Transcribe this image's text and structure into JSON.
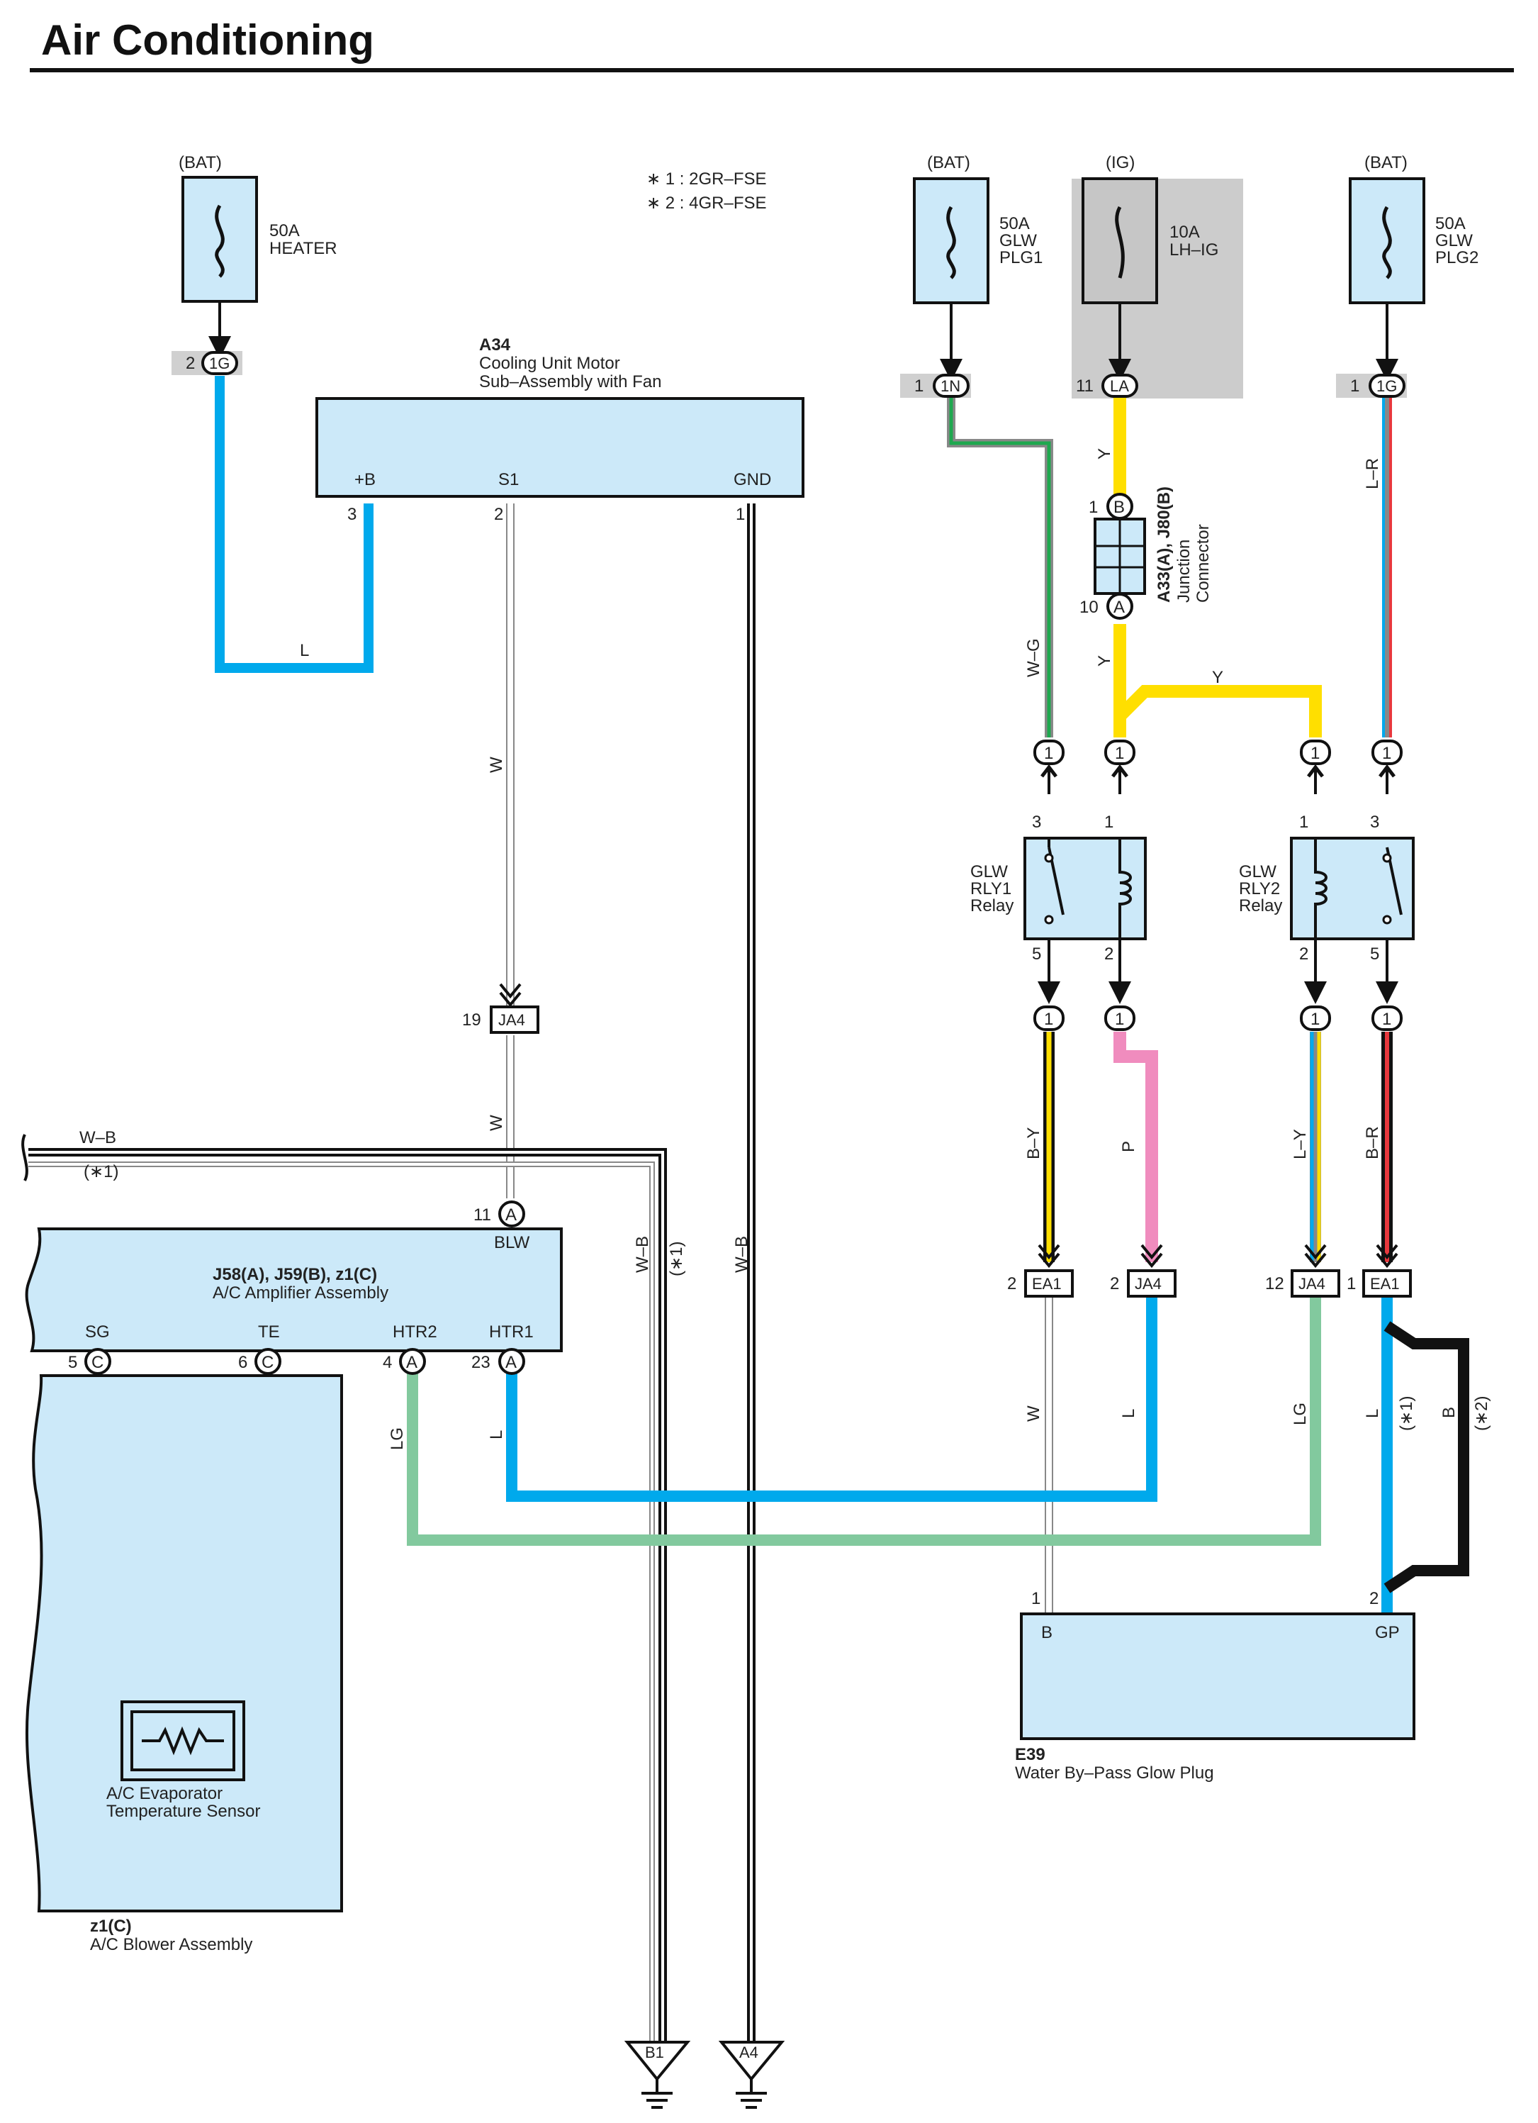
{
  "title": "Air Conditioning",
  "notes": [
    "∗ 1 : 2GR–FSE",
    "∗ 2 : 4GR–FSE"
  ],
  "fuses": [
    {
      "source": "(BAT)",
      "lines": [
        "50A",
        "HEATER"
      ]
    },
    {
      "source": "(BAT)",
      "lines": [
        "50A",
        "GLW",
        "PLG1"
      ]
    },
    {
      "source": "(IG)",
      "lines": [
        "10A",
        "LH–IG"
      ]
    },
    {
      "source": "(BAT)",
      "lines": [
        "50A",
        "GLW",
        "PLG2"
      ]
    }
  ],
  "connectors_top": [
    {
      "pin": "2",
      "code": "1G"
    },
    {
      "pin": "1",
      "code": "1N"
    },
    {
      "pin": "11",
      "code": "LA"
    },
    {
      "pin": "1",
      "code": "1G"
    }
  ],
  "cooling_motor": {
    "code": "A34",
    "name_lines": [
      "Cooling Unit Motor",
      "Sub–Assembly with Fan"
    ],
    "terminals": [
      "+B",
      "S1",
      "GND"
    ],
    "pins": [
      "3",
      "2",
      "1"
    ]
  },
  "junction": {
    "label": "A33(A), J80(B)",
    "name_lines": [
      "Junction",
      "Connector"
    ],
    "pin_top": "1",
    "pin_top_code": "B",
    "pin_bottom": "10",
    "pin_bottom_code": "A"
  },
  "relays": [
    {
      "name_lines": [
        "GLW",
        "RLY1",
        "Relay"
      ],
      "pins": [
        "3",
        "1",
        "5",
        "2"
      ]
    },
    {
      "name_lines": [
        "GLW",
        "RLY2",
        "Relay"
      ],
      "pins": [
        "1",
        "3",
        "2",
        "5"
      ]
    }
  ],
  "relay_connector_pin": "1",
  "mid_connectors": [
    {
      "pin": "19",
      "code": "JA4"
    },
    {
      "pin": "2",
      "code": "EA1"
    },
    {
      "pin": "2",
      "code": "JA4"
    },
    {
      "pin": "12",
      "code": "JA4"
    },
    {
      "pin": "1",
      "code": "EA1"
    }
  ],
  "amplifier": {
    "name_lines": [
      "J58(A), J59(B), z1(C)",
      "A/C Amplifier Assembly"
    ],
    "terminals": [
      "BLW",
      "SG",
      "TE",
      "HTR2",
      "HTR1"
    ],
    "pins": [
      {
        "num": "11",
        "code": "A"
      },
      {
        "num": "5",
        "code": "C"
      },
      {
        "num": "6",
        "code": "C"
      },
      {
        "num": "4",
        "code": "A"
      },
      {
        "num": "23",
        "code": "A"
      }
    ]
  },
  "blower": {
    "code": "z1(C)",
    "name": "A/C Blower Assembly"
  },
  "sensor": {
    "name_lines": [
      "A/C Evaporator",
      "Temperature Sensor"
    ]
  },
  "glow_plug": {
    "code": "E39",
    "name": "Water By–Pass Glow Plug",
    "terminals": [
      "B",
      "GP"
    ],
    "pins": [
      "1",
      "2"
    ]
  },
  "grounds": [
    "B1",
    "A4"
  ],
  "wire_labels": {
    "heater_wire": "L",
    "s1_wire": "W",
    "wb": "W–B",
    "note1": "(∗1)",
    "note2": "(∗2)",
    "wg": "W–G",
    "y": "Y",
    "lr": "L–R",
    "by": "B–Y",
    "p": "P",
    "ly": "L–Y",
    "br": "B–R",
    "lg": "LG",
    "b": "B"
  },
  "colors": {
    "blue": "#00a9ec",
    "yellow": "#ffdf00",
    "pink": "#f08cbe",
    "light_green": "#82c99e",
    "green": "#1fa84f",
    "red": "#e8383d",
    "box_fill": "#cce9f9",
    "gray_fill": "#cccccc"
  }
}
